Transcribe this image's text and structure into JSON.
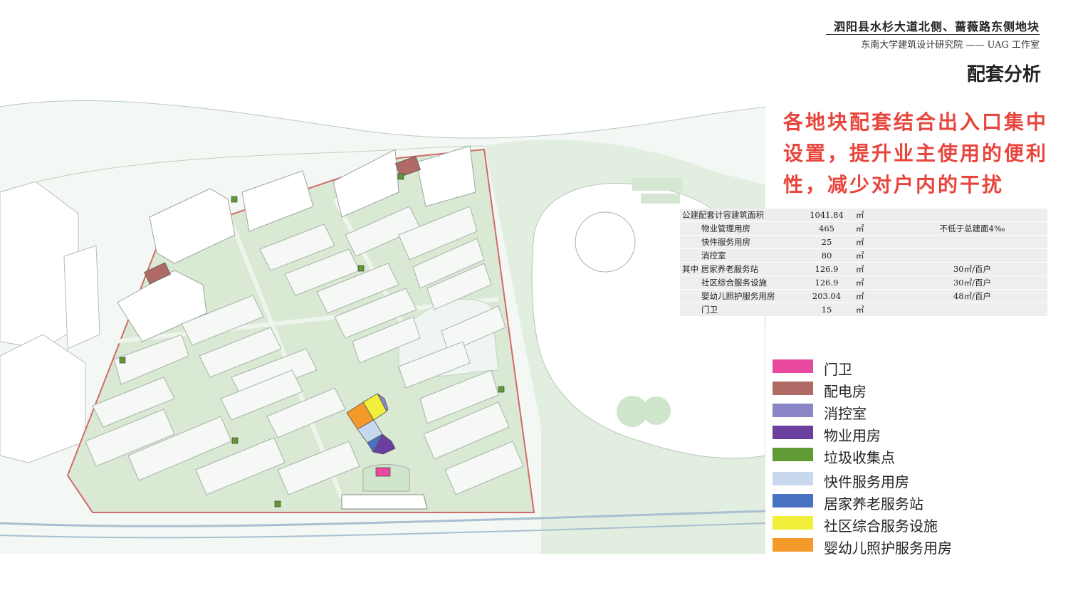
{
  "header": {
    "project_title": "泗阳县水杉大道北侧、蔷薇路东侧地块",
    "institute": "东南大学建筑设计研究院 —— UAG 工作室"
  },
  "page_heading": "配套分析",
  "callout_lines": [
    "各地块配套结合出入口集中",
    "设置，提升业主使用的便利",
    "性，减少对户内的干扰"
  ],
  "stats_table": {
    "rows": [
      {
        "prefix": "",
        "label": "公建配套计容建筑面积",
        "value": "1041.84",
        "unit": "㎡",
        "note": ""
      },
      {
        "prefix": "",
        "label": "物业管理用房",
        "value": "465",
        "unit": "㎡",
        "note": "不低于总建面4‰"
      },
      {
        "prefix": "",
        "label": "快件服务用房",
        "value": "25",
        "unit": "㎡",
        "note": ""
      },
      {
        "prefix": "",
        "label": "消控室",
        "value": "80",
        "unit": "㎡",
        "note": ""
      },
      {
        "prefix": "其中",
        "label": "居家养老服务站",
        "value": "126.9",
        "unit": "㎡",
        "note": "30㎡/百户"
      },
      {
        "prefix": "",
        "label": "社区综合服务设施",
        "value": "126.9",
        "unit": "㎡",
        "note": "30㎡/百户"
      },
      {
        "prefix": "",
        "label": "婴幼儿照护服务用房",
        "value": "203.04",
        "unit": "㎡",
        "note": "48㎡/百户"
      },
      {
        "prefix": "",
        "label": "门卫",
        "value": "15",
        "unit": "㎡",
        "note": ""
      }
    ]
  },
  "legend": {
    "items": [
      {
        "label": "门卫",
        "color": "#e8489e"
      },
      {
        "label": "配电房",
        "color": "#b06a66"
      },
      {
        "label": "消控室",
        "color": "#8a85c4"
      },
      {
        "label": "物业用房",
        "color": "#6a3f9e"
      },
      {
        "label": "垃圾收集点",
        "color": "#5f9a34"
      },
      {
        "label": "快件服务用房",
        "color": "#c8d8ef"
      },
      {
        "label": "居家养老服务站",
        "color": "#4a72c2"
      },
      {
        "label": "社区综合服务设施",
        "color": "#f2ef3a"
      },
      {
        "label": "婴幼儿照护服务用房",
        "color": "#f49a2a"
      }
    ]
  },
  "colors": {
    "callout": "#e8453c",
    "site_green": "#d9e9d3",
    "river": "#f1f6f2",
    "boundary": "#d26a6a"
  }
}
